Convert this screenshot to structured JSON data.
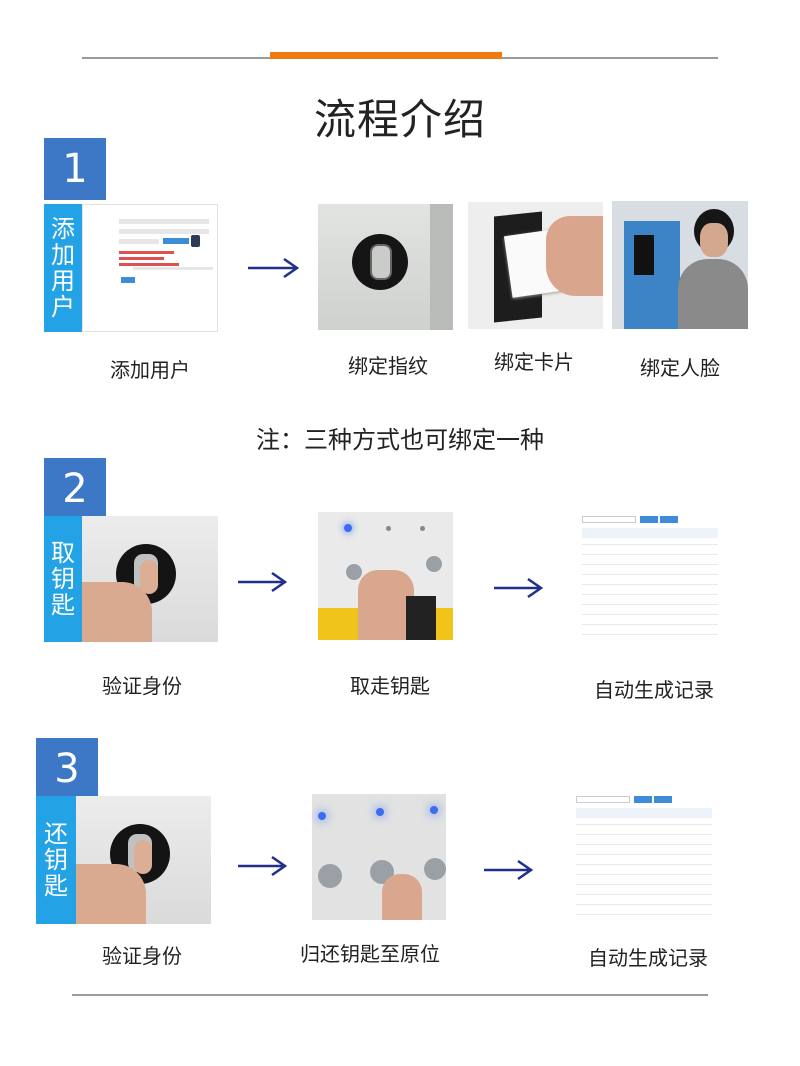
{
  "title": "流程介绍",
  "note": "注：三种方式也可绑定一种",
  "steps": [
    {
      "number": "1",
      "label": "添加用户",
      "captions": [
        "添加用户",
        "绑定指纹",
        "绑定卡片",
        "绑定人脸"
      ]
    },
    {
      "number": "2",
      "label": "取钥匙",
      "captions": [
        "验证身份",
        "取走钥匙",
        "自动生成记录"
      ]
    },
    {
      "number": "3",
      "label": "还钥匙",
      "captions": [
        "验证身份",
        "归还钥匙至原位",
        "自动生成记录"
      ]
    }
  ],
  "colors": {
    "accent": "#ef7b10",
    "number_box": "#3d78c6",
    "label_box": "#23a2e6",
    "arrow": "#1f2f8a"
  },
  "icons": {
    "arrow": "right-arrow-icon"
  }
}
